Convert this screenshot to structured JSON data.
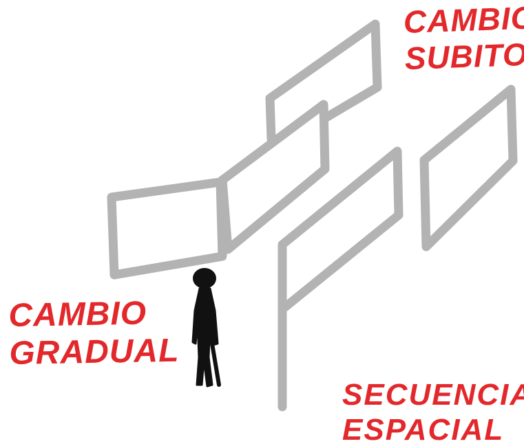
{
  "colors": {
    "frame_stroke": "#b3b3b3",
    "figure_fill": "#111111",
    "label_color": "#e3282b",
    "background": "#ffffff"
  },
  "labels": {
    "top": {
      "line1": "CAMBIO",
      "line2": "SUBITO"
    },
    "left": {
      "line1": "CAMBIO",
      "line2": "GRADUAL"
    },
    "bottom": {
      "line1": "SECUENCIA",
      "line2": "ESPACIAL"
    }
  }
}
